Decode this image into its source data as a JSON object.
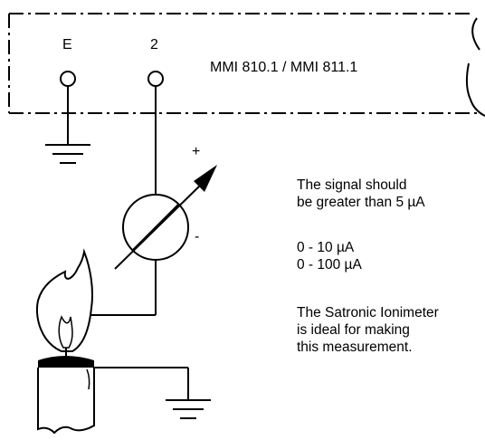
{
  "unit": {
    "terminal_e": "E",
    "terminal_2": "2",
    "model": "MMI 810.1  / MMI 811.1"
  },
  "meter": {
    "plus": "+",
    "minus": "-"
  },
  "notes": {
    "signal_line1": "The signal should",
    "signal_line2": "be greater than 5 µA",
    "range1": "0 - 10 µA",
    "range2": "0 - 100 µA",
    "ionimeter_line1": "The Satronic Ionimeter",
    "ionimeter_line2": "is ideal for making",
    "ionimeter_line3": "this measurement."
  }
}
